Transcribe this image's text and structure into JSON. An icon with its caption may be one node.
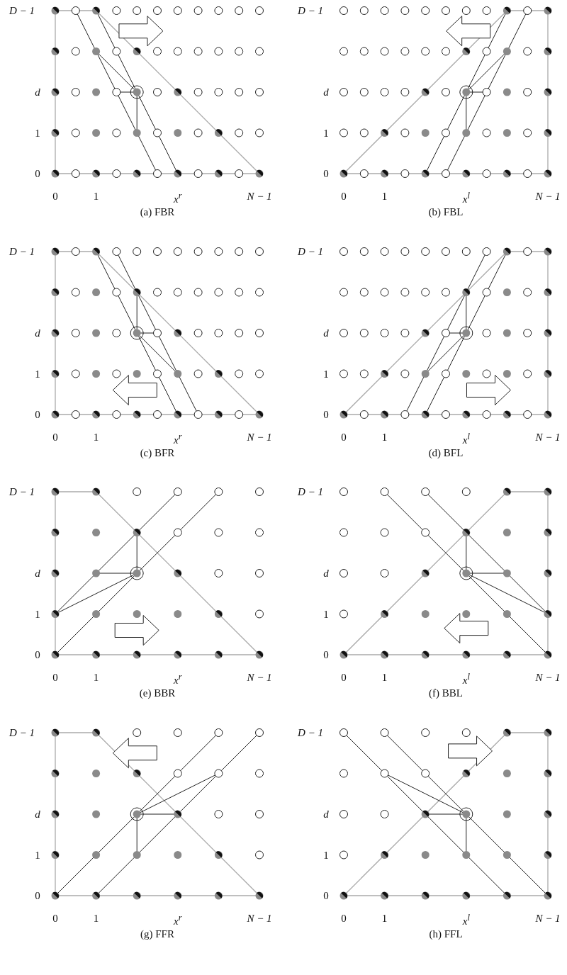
{
  "diagram": {
    "labels": [
      "D − 1",
      "d",
      "1",
      "0",
      "0",
      "1",
      "x$^{r}$",
      "N − 1",
      "(a) FBR",
      "D − 1",
      "d",
      "1",
      "0",
      "0",
      "1",
      "x$^{l}$",
      "N − 1",
      "(b) FBL",
      "D − 1",
      "d",
      "1",
      "0",
      "0",
      "1",
      "x$^{r}$",
      "N − 1",
      "(c) BFR",
      "D − 1",
      "d",
      "1",
      "0",
      "0",
      "1",
      "x$^{l}$",
      "N − 1",
      "(d) BFL",
      "D − 1",
      "d",
      "1",
      "0",
      "0",
      "1",
      "x$^{r}$",
      "N − 1",
      "(e) BBR",
      "D − 1",
      "d",
      "1",
      "0",
      "0",
      "1",
      "x$^{l}$",
      "N − 1",
      "(f) BBL",
      "D − 1",
      "d",
      "1",
      "0",
      "0",
      "1",
      "x$^{r}$",
      "N − 1",
      "(g) FFR",
      "D − 1",
      "d",
      "1",
      "0",
      "0",
      "1",
      "x$^{l}$",
      "N − 1",
      "(h) FFL"
    ]
  }
}
